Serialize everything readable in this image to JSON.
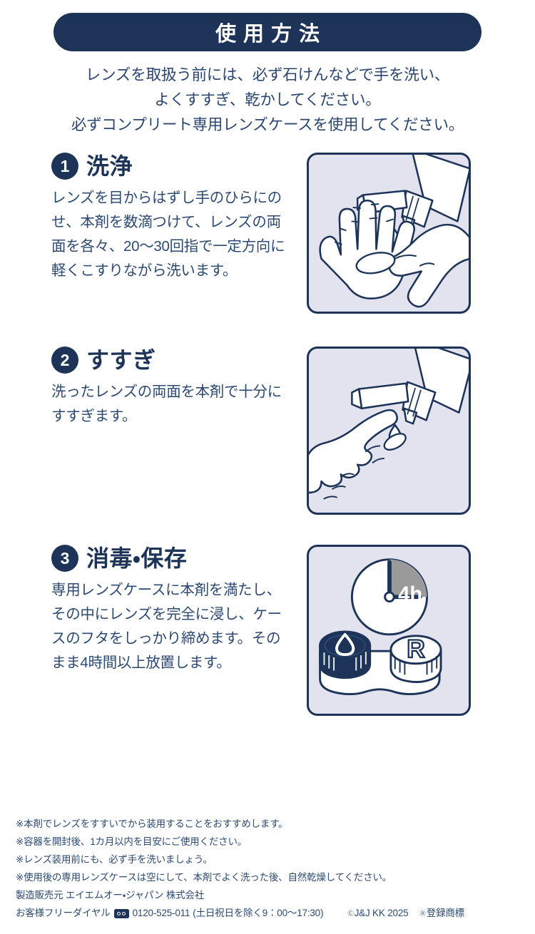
{
  "header": {
    "title": "使用方法"
  },
  "intro": {
    "lines": [
      "レンズを取扱う前には、必ず石けんなどで手を洗い、",
      "よくすすぎ、乾かしてください。",
      "必ずコンプリート専用レンズケースを使用してください。"
    ]
  },
  "steps": [
    {
      "number": "1",
      "title": "洗浄",
      "body": "レンズを目からはずし手のひらにのせ、本剤を数滴つけて、レンズの両面を各々、20〜30回指で一定方向に軽くこすりながら洗います。",
      "illustration": "bottle-dispensing-onto-palm-illustration"
    },
    {
      "number": "2",
      "title": "すすぎ",
      "body": "洗ったレンズの両面を本剤で十分にすすぎます。",
      "illustration": "bottle-rinsing-lens-on-fingertip-illustration"
    },
    {
      "number": "3",
      "title": "消毒・保存",
      "body": "専用レンズケースに本剤を満たし、その中にレンズを完全に浸し、ケースのフタをしっかり締めます。そのまま4時間以上放置します。",
      "illustration": "lens-case-with-4h-clock-illustration",
      "clock_label": "4h",
      "case_right_label": "R"
    }
  ],
  "footer": {
    "notes": [
      "※本剤でレンズをすすいでから装用することをおすすめします。",
      "※容器を開封後、1カ月以内を目安にご使用ください。",
      "※レンズ装用前にも、必ず手を洗いましょう。",
      "※使用後の専用レンズケースは空にして、本剤でよく洗った後、自然乾燥してください。"
    ],
    "manufacturer": "製造販売元 エイエムオー・ジャパン 株式会社",
    "tel_label": "お客様フリーダイヤル",
    "tel_icon": "freedial-icon",
    "tel_number": "0120-525-011",
    "tel_hours": "(土日祝日を除く9：00〜17:30)",
    "copyright_mark": "Ⓒ",
    "copyright": "J&J KK 2025",
    "trademark_mark": "Ⓡ",
    "trademark": "登録商標"
  },
  "colors": {
    "navy": "#1d3458",
    "body_text": "#2d4a73",
    "panel_bg": "#e2e3ef",
    "white": "#ffffff",
    "clock_shade": "#9a9a9a"
  }
}
